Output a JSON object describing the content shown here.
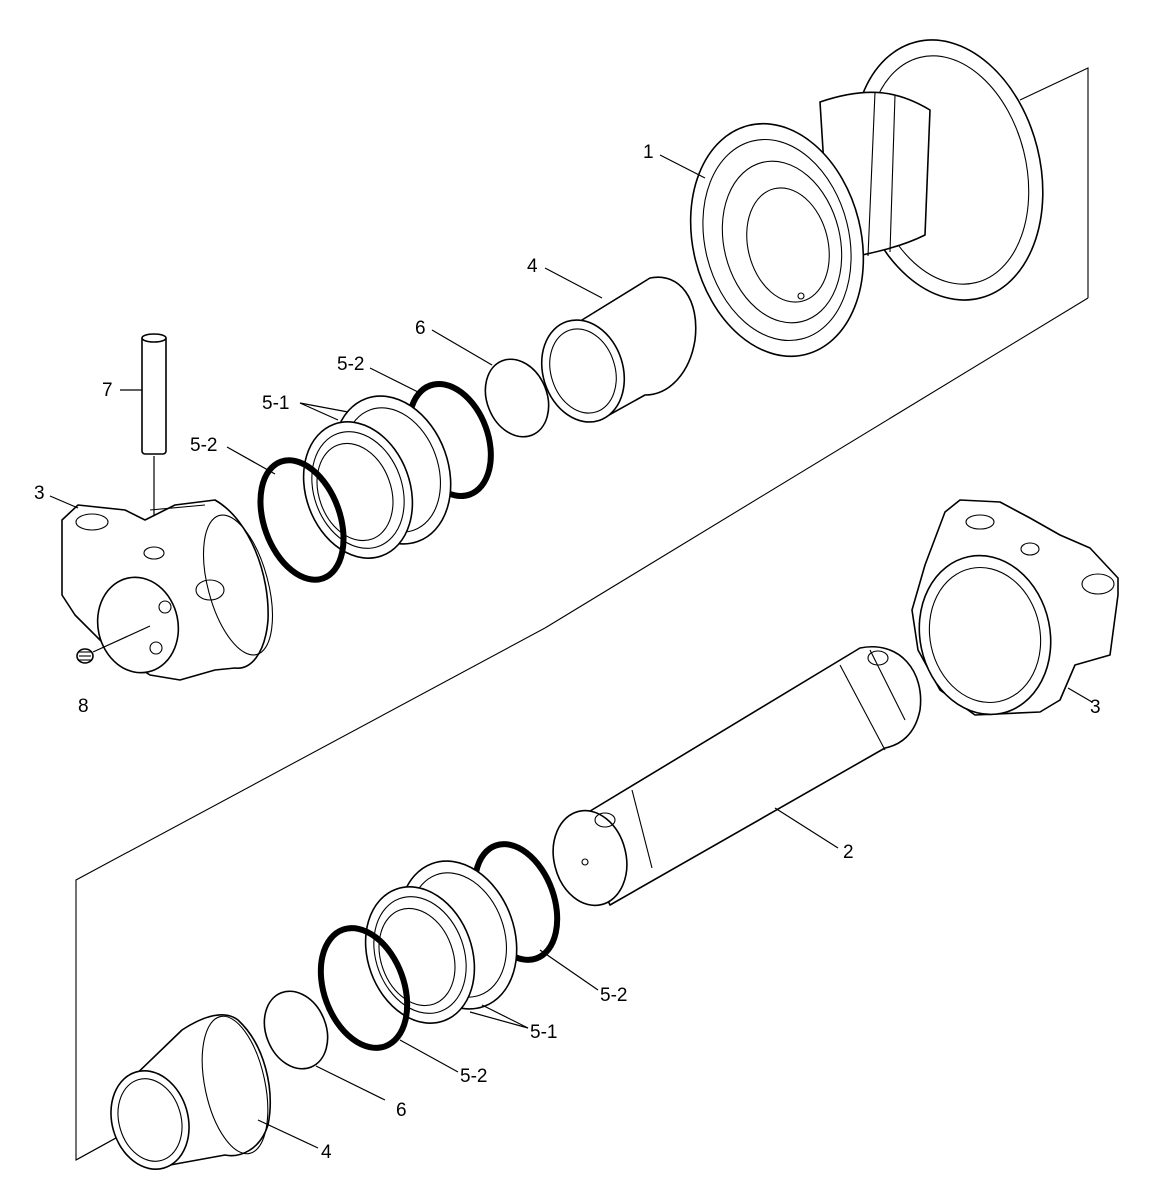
{
  "labels": {
    "p1": "1",
    "p2": "2",
    "p3_left": "3",
    "p3_right": "3",
    "p4_top": "4",
    "p4_bottom": "4",
    "p5_1_top": "5-1",
    "p5_1_bottom": "5-1",
    "p5_2_top_left": "5-2",
    "p5_2_top_right": "5-2",
    "p5_2_bottom_left": "5-2",
    "p5_2_bottom_right": "5-2",
    "p6_top": "6",
    "p6_bottom": "6",
    "p7": "7",
    "p8": "8"
  }
}
